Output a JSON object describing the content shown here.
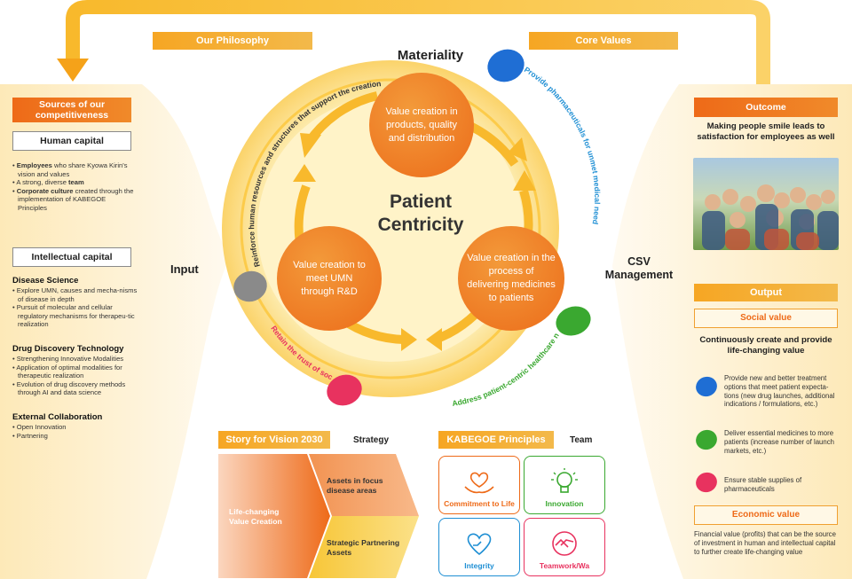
{
  "header": {
    "philosophy": "Our Philosophy",
    "core_values": "Core Values",
    "materiality": "Materiality"
  },
  "left": {
    "sources_title": "Sources of our competitiveness",
    "human_capital": {
      "title": "Human capital",
      "bullets": [
        {
          "b": "Employees",
          "t": " who share Kyowa Kirin's vision and values"
        },
        {
          "b": "",
          "t": "A strong, diverse ",
          "b2": "team"
        },
        {
          "b": "Corporate culture",
          "t": " created through the implementation of KABEGOE Principles"
        }
      ]
    },
    "intellectual_capital": {
      "title": "Intellectual capital",
      "sections": [
        {
          "head": "Disease Science",
          "items": [
            "Explore UMN, causes and mecha-nisms of disease in depth",
            "Pursuit of molecular and cellular regulatory mechanisms for therapeu-tic realization"
          ]
        },
        {
          "head": "Drug Discovery Technology",
          "items": [
            "Strengthening Innovative Modalities",
            "Application of optimal modalities for therapeutic realization",
            "Evolution of drug discovery methods through AI and data science"
          ]
        },
        {
          "head": "External Collaboration",
          "items": [
            "Open Innovation",
            "Partnering"
          ]
        }
      ]
    },
    "input_label": "Input"
  },
  "center": {
    "patient_centricity_line1": "Patient",
    "patient_centricity_line2": "Centricity",
    "node_top": "Value creation in products, quality and distribution",
    "node_left": "Value creation to meet UMN through R&D",
    "node_right": "Value creation in the process of delivering medicines to patients",
    "arc_left": "Reinforce human resources and structures that support the creation of Life-changing value",
    "arc_right": "Provide pharmaceuticals for unmet medical needs",
    "arc_bottom_left": "Retain the trust of society",
    "arc_bottom_right": "Address patient-centric healthcare needs",
    "csv_label_1": "CSV",
    "csv_label_2": "Management"
  },
  "colors": {
    "blue": "#1f6ed4",
    "green": "#3aa830",
    "pink": "#e8325f",
    "gray": "#8a8a8a",
    "orange": "#ee6a18",
    "yellow": "#fbc63a"
  },
  "bottom": {
    "story_tag": "Story for Vision 2030",
    "strategy": "Strategy",
    "lifechanging": "Life-changing Value Creation",
    "assets_focus": "Assets in focus disease areas",
    "strategic_partnering": "Strategic Partnering Assets",
    "kabegoe_tag": "KABEGOE Principles",
    "team": "Team",
    "principles": [
      {
        "label": "Commitment to Life",
        "icon": "heart-hands-icon",
        "color": "#ee6a18"
      },
      {
        "label": "Innovation",
        "icon": "lightbulb-icon",
        "color": "#3aa830"
      },
      {
        "label": "Integrity",
        "icon": "heart-hand-icon",
        "color": "#1f8fd4"
      },
      {
        "label": "Teamwork/Wa",
        "icon": "handshake-circle-icon",
        "color": "#e8325f"
      }
    ]
  },
  "right": {
    "outcome_tag": "Outcome",
    "outcome_text": "Making people smile leads to satisfaction for employees as well",
    "output_tag": "Output",
    "social_value": "Social value",
    "social_heading": "Continuously create and provide life-changing value",
    "items": [
      {
        "color": "blue",
        "text": "Provide new and better treatment options that meet patient expecta-tions (new drug launches, additional indications / formulations, etc.)"
      },
      {
        "color": "green",
        "text": "Deliver essential medicines to more patients (increase number of launch markets, etc.)"
      },
      {
        "color": "pink",
        "text": "Ensure stable supplies of pharmaceuticals"
      }
    ],
    "economic_value": "Economic value",
    "economic_text": "Financial value (profits) that can be the source of investment in human and intellectual capital to further create life-changing value"
  }
}
